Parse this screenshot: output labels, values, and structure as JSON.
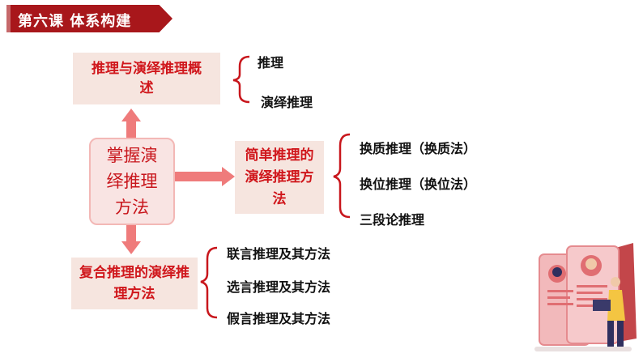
{
  "header": {
    "title": "第六课  体系构建"
  },
  "center": {
    "label": "掌握演绎推理方法"
  },
  "top_box": {
    "label": "推理与演绎推理概述",
    "items": [
      "推理",
      "演绎推理"
    ]
  },
  "right_box": {
    "label": "简单推理的演绎推理方法",
    "items": [
      "换质推理（换质法）",
      "换位推理（换位法）",
      "三段论推理"
    ]
  },
  "bottom_box": {
    "label": "复合推理的演绎推理方法",
    "items": [
      "联言推理及其方法",
      "选言推理及其方法",
      "假言推理及其方法"
    ]
  },
  "colors": {
    "accent": "#a8171b",
    "arrow": "#ef7b7b",
    "box_bg": "#f6e5df",
    "text_red": "#d0171c"
  },
  "icons": [
    "people-profile-cards-illustration"
  ]
}
